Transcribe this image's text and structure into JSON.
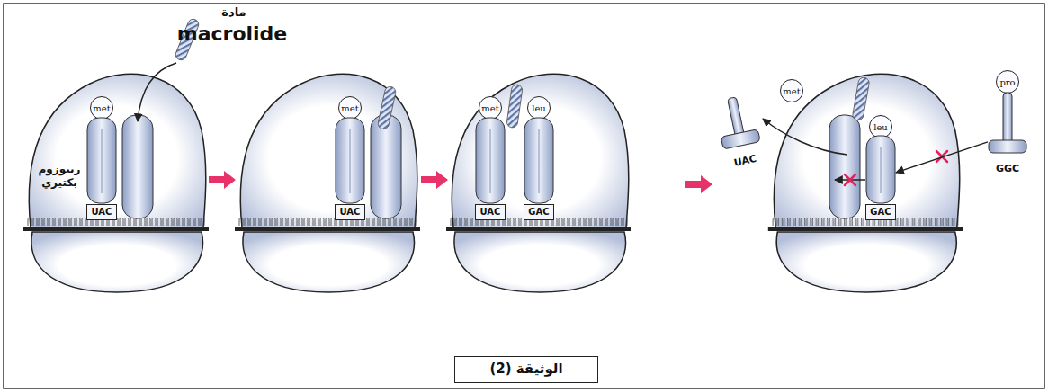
{
  "diagram": {
    "caption": "الوثيقة (2)",
    "nodes": [
      {
        "text": [
          "met"
        ]
      },
      {
        "text": [
          "UAC"
        ]
      },
      {
        "text": [
          "met"
        ]
      },
      {
        "text": [
          "UAC"
        ]
      },
      {
        "text": [
          "met"
        ]
      },
      {
        "text": [
          "leu"
        ]
      },
      {
        "text": [
          "UAC"
        ]
      },
      {
        "text": [
          "GAC"
        ]
      },
      {
        "text": [
          "met"
        ]
      },
      {
        "text": [
          "UAC"
        ]
      },
      {
        "text": [
          "leu"
        ]
      },
      {
        "text": [
          "GAC"
        ]
      },
      {
        "text": [
          "pro"
        ]
      },
      {
        "text": [
          "GGC"
        ]
      }
    ],
    "edges": [
      {
        "from": 13,
        "to": 11,
        "arrow": "to"
      }
    ],
    "labels": [
      "مادة",
      "macrolide",
      "ريبوزوم بكتيري"
    ]
  }
}
